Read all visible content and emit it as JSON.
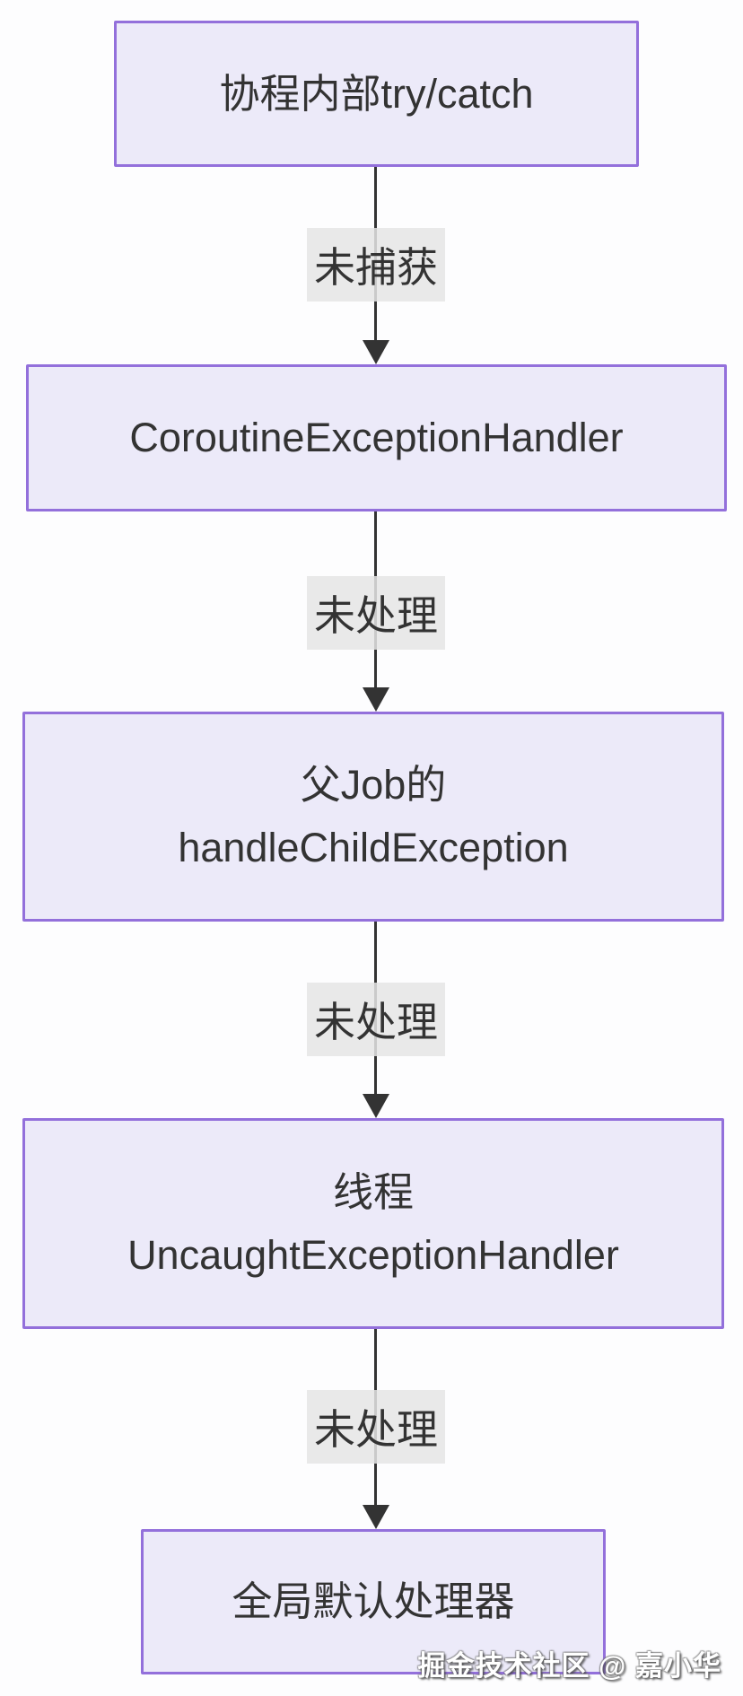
{
  "diagram": {
    "type": "flowchart",
    "direction": "top-down",
    "nodes": [
      {
        "id": "A",
        "line1": "协程内部try/catch"
      },
      {
        "id": "B",
        "line1": "CoroutineExceptionHandler"
      },
      {
        "id": "C",
        "line1": "父Job的",
        "line2": "handleChildException"
      },
      {
        "id": "D",
        "line1": "线程",
        "line2": "UncaughtExceptionHandler"
      },
      {
        "id": "E",
        "line1": "全局默认处理器"
      }
    ],
    "edges": [
      {
        "from": "A",
        "to": "B",
        "label": "未捕获"
      },
      {
        "from": "B",
        "to": "C",
        "label": "未处理"
      },
      {
        "from": "C",
        "to": "D",
        "label": "未处理"
      },
      {
        "from": "D",
        "to": "E",
        "label": "未处理"
      }
    ],
    "colors": {
      "node_fill": "#ECEAF9",
      "node_border": "#9370DB",
      "edge_line": "#333333",
      "edge_label_bg": "#E5E5E5",
      "text": "#333333",
      "watermark_text": "#FFFFFF"
    }
  },
  "watermark": {
    "text": "掘金技术社区 @ 嘉小华"
  }
}
